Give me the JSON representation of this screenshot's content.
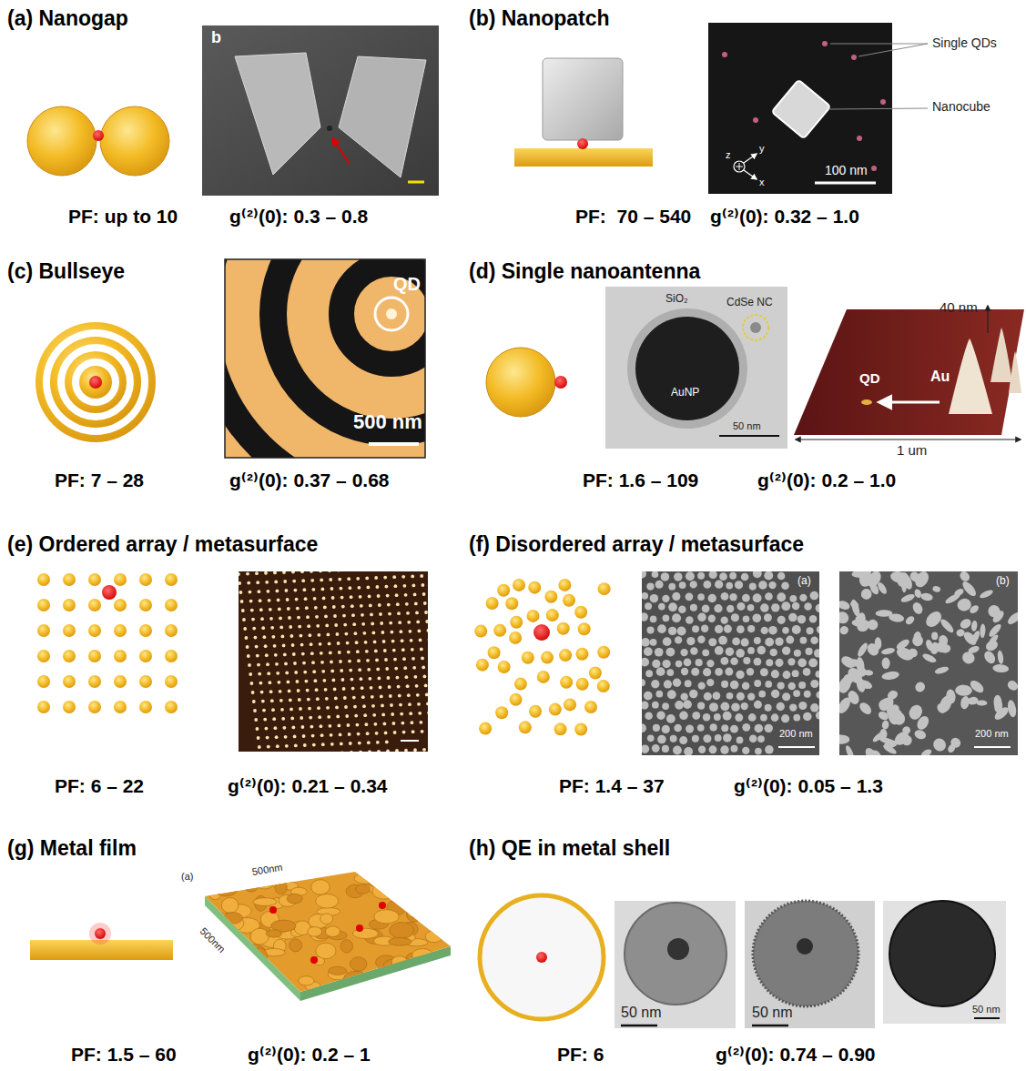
{
  "diagram": {
    "labels": [
      "(a) Nanogap",
      "b",
      "PF: up to 10",
      "g⁽²⁾(0): 0.3 – 0.8",
      "(b) Nanopatch",
      "Single QDs",
      "Nanocube",
      "y",
      "z",
      "x",
      "100 nm",
      "PF:  70 – 540",
      "g⁽²⁾(0): 0.32 – 1.0",
      "(c) Bullseye",
      "QD",
      "500 nm",
      "PF: 7 – 28",
      "g⁽²⁾(0): 0.37 – 0.68",
      "(d) Single nanoantenna",
      "SiO₂",
      "CdSe NC",
      "AuNP",
      "50 nm",
      "40 nm",
      "QD",
      "Au",
      "1 um",
      "PF: 1.6 – 109",
      "g⁽²⁾(0): 0.2 – 1.0",
      "(e) Ordered array / metasurface",
      "PF: 6 – 22",
      "g⁽²⁾(0): 0.21 – 0.34",
      "(f) Disordered array / metasurface",
      "(a)",
      "(b)",
      "200 nm",
      "200 nm",
      "PF: 1.4 – 37",
      "g⁽²⁾(0): 0.05 – 1.3",
      "(g) Metal film",
      "(a)",
      "500nm",
      "500nm",
      "PF: 1.5 – 60",
      "g⁽²⁾(0): 0.2 – 1",
      "(h) QE in metal shell",
      "50 nm",
      "50 nm",
      "50 nm",
      "PF: 6",
      "g⁽²⁾(0): 0.74 – 0.90"
    ]
  }
}
